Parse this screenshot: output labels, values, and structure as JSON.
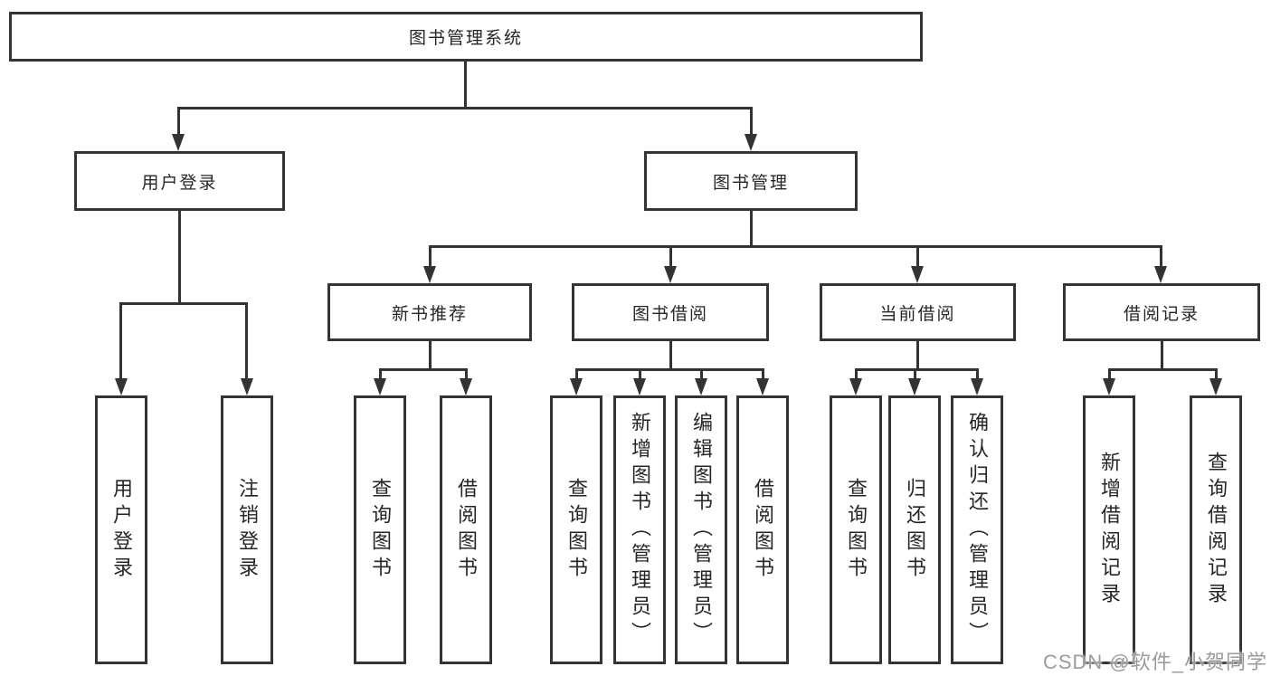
{
  "diagram": {
    "root": "图书管理系统",
    "level2": [
      "用户登录",
      "图书管理"
    ],
    "level3": [
      "新书推荐",
      "图书借阅",
      "当前借阅",
      "借阅记录"
    ],
    "leaves": {
      "user_login": [
        "用户登录",
        "注销登录"
      ],
      "new_book_recommend": [
        "查询图书",
        "借阅图书"
      ],
      "book_borrowing": [
        "查询图书",
        "新增图书（管理员）",
        "编辑图书（管理员）",
        "借阅图书"
      ],
      "current_borrowing": [
        "查询图书",
        "归还图书",
        "确认归还（管理员）"
      ],
      "borrowing_records": [
        "新增借阅记录",
        "查询借阅记录"
      ]
    }
  },
  "watermark": "CSDN @软件_小贺同学",
  "colors": {
    "line": "#333333",
    "box_border": "#343434",
    "text": "#262626",
    "watermark": "#9b9b9b",
    "background": "#ffffff"
  }
}
